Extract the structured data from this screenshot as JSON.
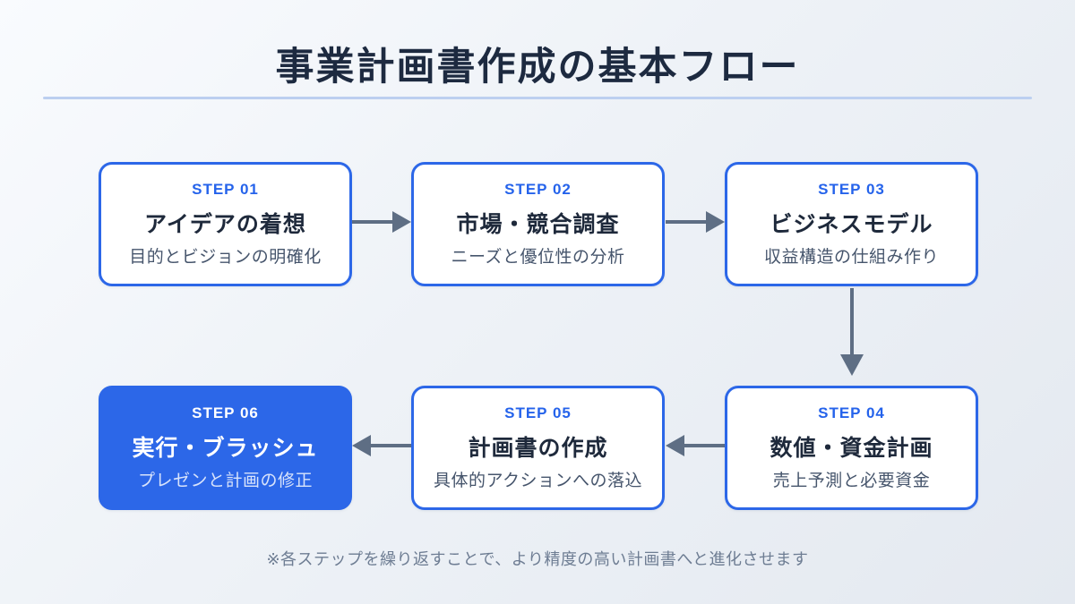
{
  "header": {
    "title": "事業計画書作成の基本フロー"
  },
  "steps": [
    {
      "label": "STEP 01",
      "title": "アイデアの着想",
      "subtitle": "目的とビジョンの明確化",
      "variant": "outline"
    },
    {
      "label": "STEP 02",
      "title": "市場・競合調査",
      "subtitle": "ニーズと優位性の分析",
      "variant": "outline"
    },
    {
      "label": "STEP 03",
      "title": "ビジネスモデル",
      "subtitle": "収益構造の仕組み作り",
      "variant": "outline"
    },
    {
      "label": "STEP 04",
      "title": "数値・資金計画",
      "subtitle": "売上予測と必要資金",
      "variant": "outline"
    },
    {
      "label": "STEP 05",
      "title": "計画書の作成",
      "subtitle": "具体的アクションへの落込",
      "variant": "outline"
    },
    {
      "label": "STEP 06",
      "title": "実行・ブラッシュ",
      "subtitle": "プレゼンと計画の修正",
      "variant": "filled"
    }
  ],
  "flow": {
    "arrows": [
      "step1-to-step2",
      "step2-to-step3",
      "step3-to-step4",
      "step4-to-step5",
      "step5-to-step6"
    ]
  },
  "footnote": "※各ステップを繰り返すことで、より精度の高い計画書へと進化させます",
  "colors": {
    "accent": "#2563eb",
    "card_border": "#2c67e8",
    "filled_card_bg": "#2c67e8",
    "arrow": "#5e6e84",
    "title_text": "#1d2a40",
    "divider": "#bccff0",
    "subtitle_text": "#46556c",
    "footnote_text": "#6e7d93"
  }
}
